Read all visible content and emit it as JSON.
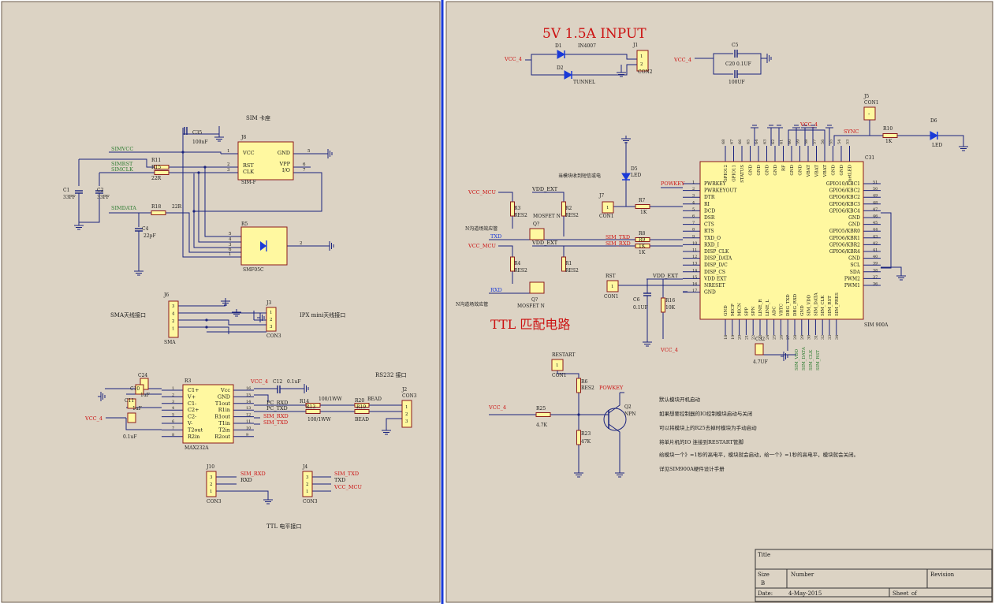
{
  "colors": {
    "sheet": "#dcd3c4",
    "wire": "#1a237e",
    "net_red": "#cc1111",
    "net_green": "#2e7d32",
    "comp_fill": "#fff8a0",
    "comp_stroke": "#8b1a1a",
    "divider": "#1a3ad8",
    "text": "#1a1a1a"
  },
  "titles": {
    "power": "5V 1.5A INPUT",
    "ttl": "TTL 匹配电路",
    "sim_socket": "SIM 卡座",
    "sma": "SMA天线接口",
    "ipx": "IPX mini天线接口",
    "rs232": "RS232 接口",
    "ttl_level": "TTL 电平接口"
  },
  "notes": [
    "默认模块开机启动",
    "如果想要控制器的IO控制模块启动与关闭",
    "可以将模块上的R25去掉时模块为手动启动",
    "将单片机的IO 连接到RESTART管脚",
    "给模块一个》=1秒的高电平，模块就会启动，给一个》=1秒的高电平，模块就会关闭。",
    "详见SIM900A硬件设计手册"
  ],
  "nets": {
    "vcc_4": "VCC_4",
    "vcc_mcu": "VCC_MCU",
    "vdd_ext": "VDD_EXT",
    "powkey": "POWKEY",
    "sim_txd": "SIM_TXD",
    "sim_rxd": "SIM_RXD",
    "txd": "TXD",
    "rxd": "RXD",
    "simvcc": "SIMVCC",
    "simrst": "SIMRST",
    "simclk": "SIMCLK",
    "simdata": "SIMDATA",
    "sync": "SYNC",
    "pc_rxd": "PC_RXD",
    "pc_txd": "PC_TXD",
    "restart": "RESTART",
    "rst": "RST"
  },
  "labels": {
    "d1": "D1",
    "d1_val": "IN4007",
    "d2": "D2",
    "d2_val": "TUNNEL",
    "j1": "J1",
    "con2": "CON2",
    "c5": "C5",
    "c20": "C20",
    "c20_val": "0.1UF",
    "c_100u": "100UF",
    "j5": "J5",
    "con1": "CON1",
    "r10": "R10",
    "r10_val": "1K",
    "d6": "D6",
    "led": "LED",
    "d5": "D5",
    "d5_note": "当模块收到短信或电",
    "r7": "R7",
    "r7_val": "1K",
    "j7": "J7",
    "r3": "R3",
    "r2": "R2",
    "r4": "R4",
    "r1": "R1",
    "res2": "RES2",
    "q": "Q?",
    "mosfet": "MOSFET N",
    "r8": "R8",
    "r9": "R9",
    "r_1k": "1K",
    "n_level_up": "N沟道场效应管",
    "n_level_dn": "N沟道场效应管",
    "rst_j": "RST",
    "c6": "C6",
    "c6_val": "0.1UF",
    "r16": "R16",
    "r16_val": "10K",
    "c32": "C32",
    "c32_val": "4.7UF",
    "u_sim": "SIM 900A",
    "c31": "C31",
    "restart_j": "RESTART",
    "r6": "R6",
    "r25": "R25",
    "r25_val": "4.7K",
    "r23": "R23",
    "r23_val": "47K",
    "q2": "Q2",
    "npn": "NPN",
    "c35": "C35",
    "c35_val": "100nF",
    "j8": "J8",
    "simf": "SIM-F",
    "r11": "R11",
    "r15": "R15",
    "r_22": "22R",
    "r18": "R18",
    "r18_val": "22R",
    "c1": "C1",
    "c1_val": "33PF",
    "c2": "C2",
    "c2_val": "33PF",
    "c4": "C4",
    "c4_val": "22pF",
    "r5": "R5",
    "smf05c": "SMF05C",
    "j6": "J6",
    "sma": "SMA",
    "j3": "J3",
    "con3": "CON3",
    "c24": "C24",
    "c10": "C10",
    "c11": "C11",
    "c1uf": "1uF",
    "c_01uf": "0.1uF",
    "r3b": "R3",
    "max232a": "MAX232A",
    "c12": "C12",
    "c12_val": "0.1uF",
    "r14": "R14",
    "r13": "R13",
    "r_100": "100/1WW",
    "r20": "R20",
    "r19": "R19",
    "bead": "BEAD",
    "j2": "J2",
    "j10": "J10",
    "j4": "J4"
  },
  "sim_socket_pins": [
    "VCC",
    "GND",
    "RST",
    "VPP",
    "CLK",
    "I/O"
  ],
  "max232_left": [
    "C1+",
    "V+",
    "C1-",
    "C2+",
    "C2-",
    "V-",
    "T2out",
    "R2in"
  ],
  "max232_right": [
    "Vcc",
    "GND",
    "T1out",
    "R1in",
    "R1out",
    "T1in",
    "T2in",
    "R2out"
  ],
  "sim900_left": [
    "PWRKEY",
    "PWRKEYOUT",
    "DTR",
    "RI",
    "DCD",
    "DSR",
    "CTS",
    "RTS",
    "TXD_O",
    "RXD_I",
    "DISP_CLK",
    "DISP_DATA",
    "DISP_D/C",
    "DISP_CS",
    "VDD EXT",
    "NRESET",
    "GND"
  ],
  "sim900_right": [
    "GPIO10/KBC1",
    "GPIO6/KBC2",
    "GPIO6/KBC2",
    "GPIO6/KBC3",
    "GPIO6/KBC4",
    "GND",
    "GND",
    "GPIO5/KBR0",
    "GPIO6/KBR1",
    "GPIO6/KBR2",
    "GPIO6/KBR4",
    "GND",
    "SCL",
    "SDA",
    "PWM2",
    "PWM1"
  ],
  "sim900_top": [
    "GPIO12",
    "GPIO11",
    "STATUS",
    "GND",
    "GND",
    "GND",
    "GND",
    "RF",
    "GND",
    "GND",
    "VBAT",
    "VBAT",
    "VBAT",
    "GND",
    "GND",
    "netLED"
  ],
  "sim900_bottom": [
    "GND",
    "MICP",
    "MICN",
    "SPP",
    "SPN",
    "LINE_R",
    "LINE_L",
    "ADC",
    "VRTC",
    "DBG_TXD",
    "DBG_RXD",
    "GND",
    "SIM_VDD",
    "SIM_DATA",
    "SIM_CLK",
    "SIM_RST",
    "SIM_PRES"
  ],
  "title_block": {
    "title": "Title",
    "size": "Size",
    "size_val": "B",
    "number": "Number",
    "revision": "Revision",
    "date": "Date:",
    "date_val": "4-May-2015",
    "sheet": "Sheet",
    "of": "of"
  }
}
